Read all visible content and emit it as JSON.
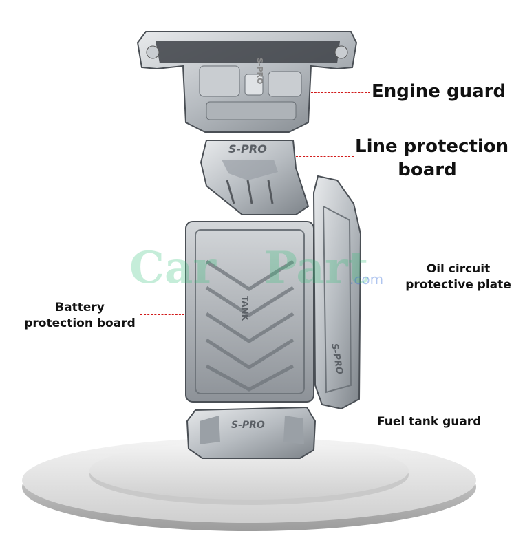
{
  "labels": {
    "engine_guard": "Engine guard",
    "line_protection": [
      "Line protection",
      "board"
    ],
    "oil_circuit": [
      "Oil circuit",
      "protective plate"
    ],
    "battery": [
      "Battery",
      "protection board"
    ],
    "fuel_tank": "Fuel tank guard"
  },
  "plate_markings": {
    "brand_top": "S-PRO",
    "brand_mid": "S-PRO",
    "brand_side": "S-PRO",
    "brand_fuel": "S-PRO",
    "tank": "TANK"
  },
  "watermark": {
    "text_left": "Car",
    "text_right": "Part",
    "suffix": ".com"
  },
  "colors": {
    "leader": "#d11a1a",
    "metal_light": "#dcdfe2",
    "metal_mid": "#a8adb3",
    "metal_dark": "#5c6167",
    "watermark_green": "#33c07a"
  }
}
